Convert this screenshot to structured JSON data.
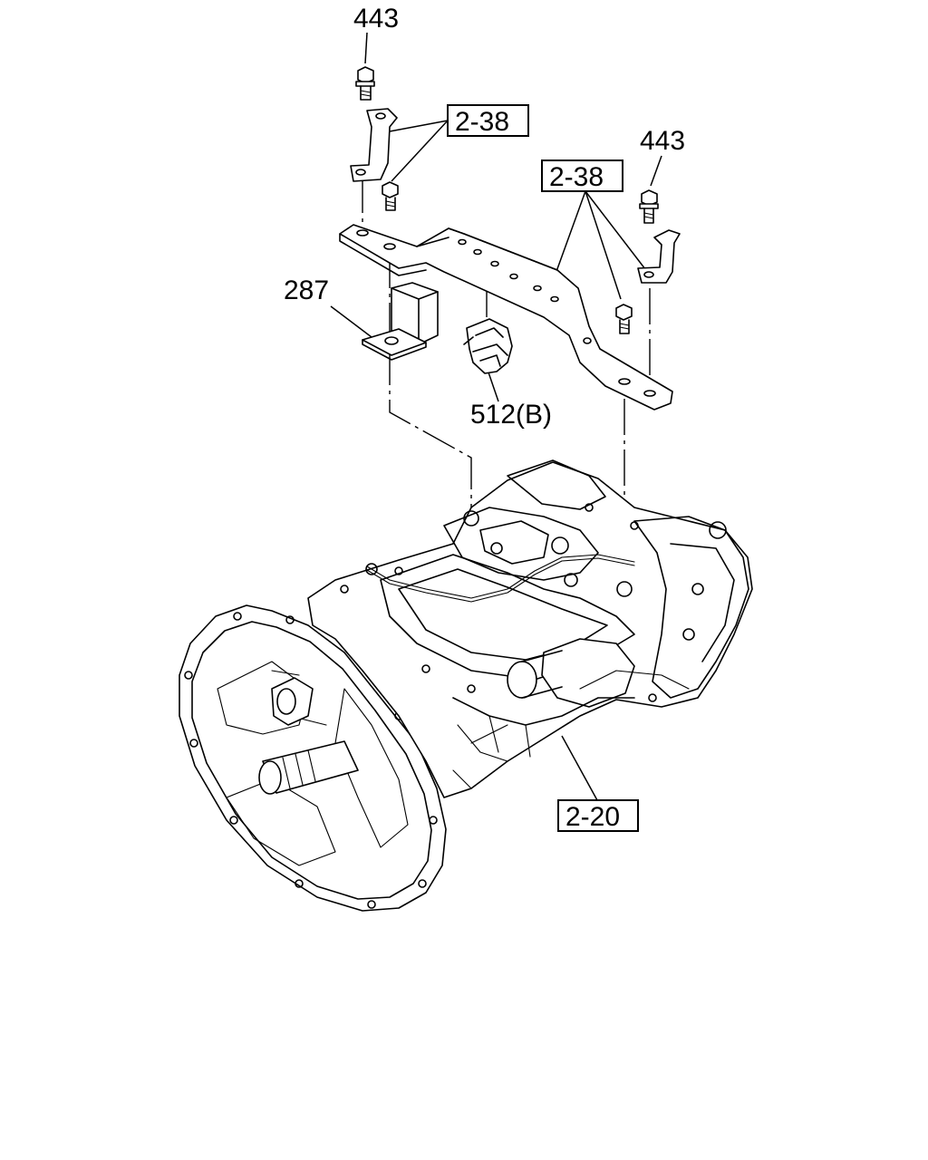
{
  "callouts": {
    "bolt_top_left": "443",
    "bracket_ref_left": "2-38",
    "bolt_top_right": "443",
    "bracket_ref_right": "2-38",
    "rubber_mount": "287",
    "harness_clip": "512(B)",
    "transmission_ref": "2-20"
  },
  "icons": {
    "bolt_left": "bolt-icon",
    "bolt_right": "bolt-icon",
    "bracket_plate": "crossmember-bracket-icon",
    "mount": "rubber-mount-icon",
    "clip": "harness-clip-icon",
    "transmission": "transmission-assembly-icon"
  }
}
